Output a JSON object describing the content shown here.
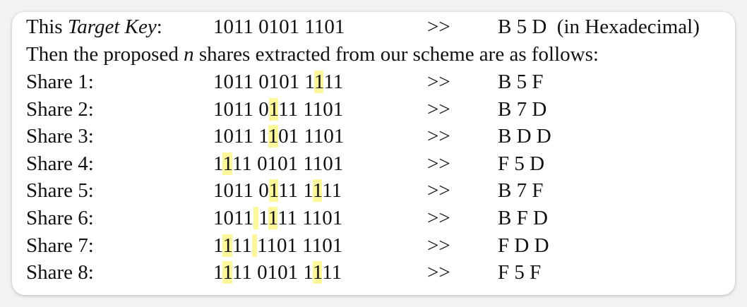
{
  "target": {
    "prefix": "This ",
    "emph": "Target Key",
    "colon": ":",
    "binary": "1011 0101 1101",
    "arrow": ">>",
    "hex": "B 5 D  (in Hexadecimal)"
  },
  "intro": {
    "before": "Then the proposed ",
    "emph": "n",
    "after": " shares extracted from our scheme are as follows:"
  },
  "highlight_color": "#fbf79a",
  "shares": [
    {
      "label": "Share 1:",
      "binary": "1011 0101 1111",
      "highlight_positions": [
        11
      ],
      "arrow": ">>",
      "hex": "B 5 F"
    },
    {
      "label": "Share 2:",
      "binary": "1011 0111 1101",
      "highlight_positions": [
        6
      ],
      "arrow": ">>",
      "hex": "B 7 D"
    },
    {
      "label": "Share 3:",
      "binary": "1011 1101 1101",
      "highlight_positions": [
        6
      ],
      "arrow": ">>",
      "hex": "B D D"
    },
    {
      "label": "Share 4:",
      "binary": "1111 0101 1101",
      "highlight_positions": [
        1
      ],
      "arrow": ">>",
      "hex": "F 5 D"
    },
    {
      "label": "Share 5:",
      "binary": "1011 0111 1111",
      "highlight_positions": [
        6,
        11
      ],
      "arrow": ">>",
      "hex": "B 7 F"
    },
    {
      "label": "Share 6:",
      "binary": "1011 1111 1101",
      "highlight_positions": [
        4,
        6
      ],
      "arrow": ">>",
      "hex": "B F D"
    },
    {
      "label": "Share 7:",
      "binary": "1111 1101 1101",
      "highlight_positions": [
        1,
        4
      ],
      "arrow": ">>",
      "hex": "F D D"
    },
    {
      "label": "Share 8:",
      "binary": "1111 0101 1111",
      "highlight_positions": [
        1,
        11
      ],
      "arrow": ">>",
      "hex": "F 5 F"
    }
  ]
}
